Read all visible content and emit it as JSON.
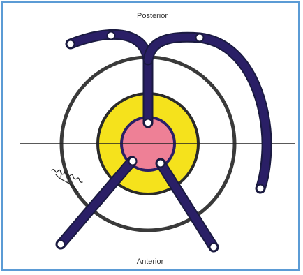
{
  "labels": {
    "top": "Posterior",
    "bottom": "Anterior"
  },
  "colors": {
    "frame_border": "#5b9bd5",
    "channel": "#2a1f66",
    "outer_ring": "#3a3a3a",
    "middle_ring": "#f5e21c",
    "inner_core": "#ee8096",
    "node": "#ffffff",
    "axis_line": "#222222"
  },
  "signature": {
    "text": "signature",
    "rendered_as": "handwritten mark"
  }
}
